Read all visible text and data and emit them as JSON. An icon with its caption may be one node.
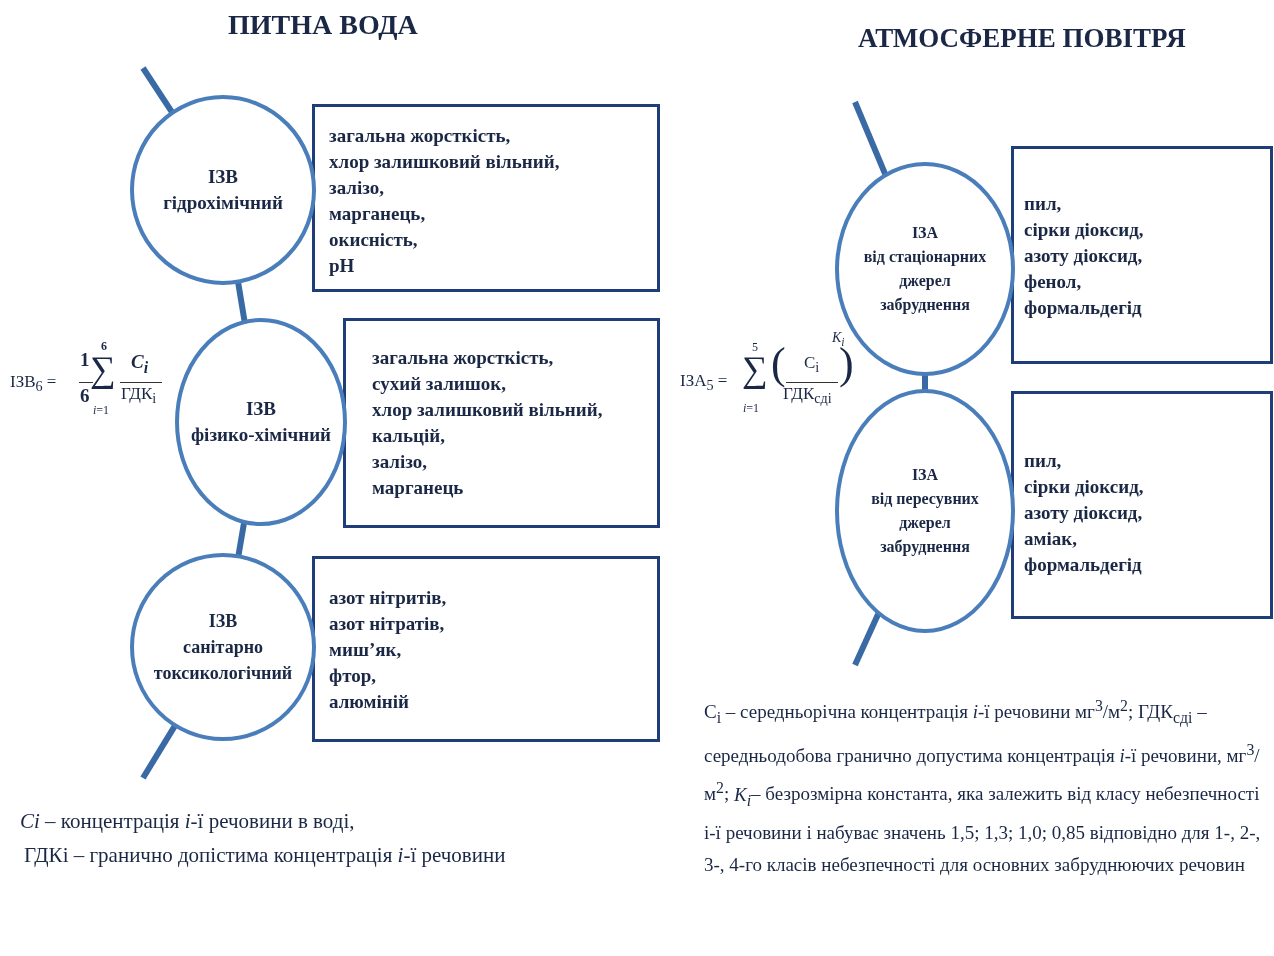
{
  "diagram": {
    "nodes": [
      {
        "text": [
          "ІЗВ",
          "гідрохімічний"
        ]
      },
      {
        "text": [
          "загальна жорсткість,",
          "хлор залишковий вільний,",
          "залізо,",
          "марганець,",
          "окисність,",
          "рН"
        ]
      },
      {
        "text": [
          "ІЗВ",
          "фізико-хімічний"
        ]
      },
      {
        "text": [
          "загальна жорсткість,",
          "сухий залишок,",
          "хлор залишковий вільний,",
          "кальцій,",
          "залізо,",
          "марганець"
        ]
      },
      {
        "text": [
          "ІЗВ",
          "санітарно токсикологічний"
        ]
      },
      {
        "text": [
          "азот нітритів,",
          "азот нітратів,",
          "миш’як,",
          "фтор,",
          "алюміній"
        ]
      },
      {
        "text": [
          "ІЗА",
          "від стаціонарних джерел забруднення"
        ]
      },
      {
        "text": [
          "пил,",
          "сірки діоксид,",
          "азоту діоксид,",
          "фенол,",
          "формальдегід"
        ]
      },
      {
        "text": [
          "ІЗА",
          "від пересувних джерел забруднення"
        ]
      },
      {
        "text": [
          "пил,",
          "сірки діоксид,",
          "азоту діоксид,",
          "аміак,",
          "формальдегід"
        ]
      }
    ],
    "edges": [
      {
        "from": null,
        "to": 0,
        "arrow": "none"
      },
      {
        "from": 0,
        "to": 2,
        "arrow": "none"
      },
      {
        "from": 2,
        "to": 4,
        "arrow": "none"
      },
      {
        "from": 4,
        "to": null,
        "arrow": "none"
      },
      {
        "from": null,
        "to": 6,
        "arrow": "none"
      },
      {
        "from": 6,
        "to": 8,
        "arrow": "none"
      },
      {
        "from": 8,
        "to": null,
        "arrow": "none"
      }
    ],
    "labels": [
      "ПИТНА ВОДА",
      "АТМОСФЕРНЕ ПОВІТРЯ",
      "ІЗВ$_{6}$ =",
      "1",
      "6",
      "6",
      "∑",
      "*i*=1",
      "*C$_{i}$*",
      "ГДК$_{i}$",
      "ІЗА$_{5}$ =",
      "5",
      "∑",
      "*i*=1",
      "(",
      "C$_{i}$",
      "ГДК$_{сдi}$",
      ")",
      "*K$_{i}$*",
      "*Ci* – концентрація *i*-ї речовини в воді,",
      "ГДКi – гранично допістима концентрація *i*-ї речовини",
      "C$_{i}$ – середньорічна концентрація *i*-ї речовини мг$^{3}$/м$^{2}$; ГДК$_{сдi}$ – середньодобова гранично допустима концентрація *i*-ї речовини, мг$^{3}$/м$^{2}$; *K$_{i}$*– безрозмірна константа, яка залежить від класу небезпечності і-ї речовини і набуває значень 1,5; 1,3; 1,0; 0,85 відповідно для 1-, 2-, 3-, 4-го класів небезпечності для основних забруднюючих речовин"
    ]
  }
}
